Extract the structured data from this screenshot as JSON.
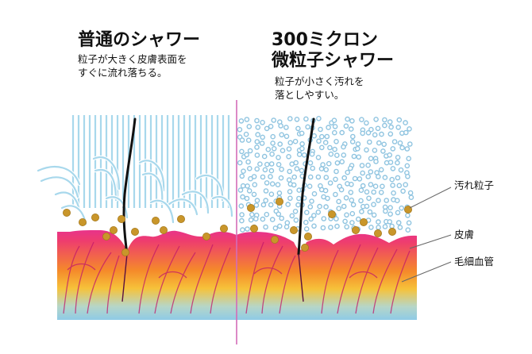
{
  "left_panel": {
    "title": "普通のシャワー",
    "desc_line1": "粒子が大きく皮膚表面を",
    "desc_line2": "すぐに流れ落ちる。"
  },
  "right_panel": {
    "title_line1": "300ミクロン",
    "title_line2": "微粒子シャワー",
    "desc_line1": "粒子が小さく汚れを",
    "desc_line2": "落としやすい。"
  },
  "legend": {
    "dirt_particles": "汚れ粒子",
    "skin": "皮膚",
    "capillaries": "毛細血管"
  },
  "colors": {
    "water_stream": "#a8d8ec",
    "droplet": "#8fc4e0",
    "dirt": "#c9962a",
    "divider": "#d46cb8",
    "skin_top": "#e8338a",
    "skin_mid": "#f7a620",
    "skin_bottom": "#8ecbe6",
    "hair": "#111111"
  }
}
